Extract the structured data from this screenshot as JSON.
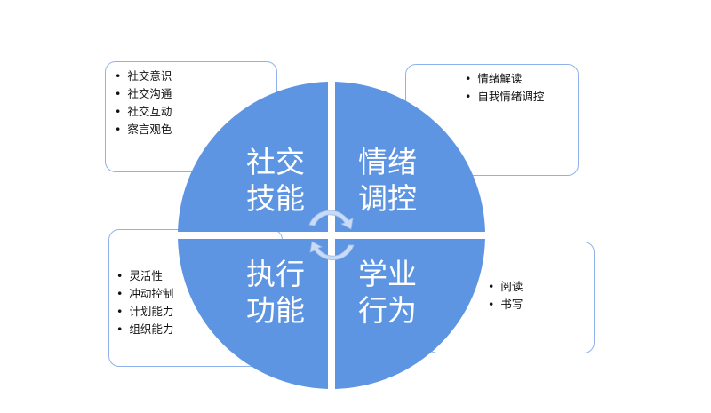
{
  "colors": {
    "quadrant_fill": "#5e95e3",
    "box_border": "#8fb2ea",
    "arrow_fill": "#c5d8f5"
  },
  "quadrants": {
    "top_left": {
      "line1": "社交",
      "line2": "技能",
      "items": [
        "社交意识",
        "社交沟通",
        "社交互动",
        "察言观色"
      ]
    },
    "top_right": {
      "line1": "情绪",
      "line2": "调控",
      "items": [
        "情绪解读",
        "自我情绪调控"
      ]
    },
    "bottom_left": {
      "line1": "执行",
      "line2": "功能",
      "items": [
        "灵活性",
        "冲动控制",
        "计划能力",
        "组织能力"
      ]
    },
    "bottom_right": {
      "line1": "学业",
      "line2": "行为",
      "items": [
        "阅读",
        "书写"
      ]
    }
  }
}
